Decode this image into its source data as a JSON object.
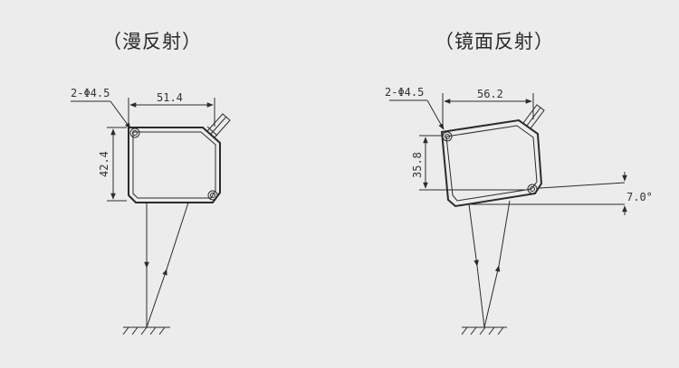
{
  "left": {
    "title": "（漫反射）",
    "hole_label": "2-Φ4.5",
    "width_label": "51.4",
    "height_label": "42.4"
  },
  "right": {
    "title": "（镜面反射）",
    "hole_label": "2-Φ4.5",
    "width_label": "56.2",
    "height_label": "35.8",
    "angle_label": "7.0°"
  }
}
